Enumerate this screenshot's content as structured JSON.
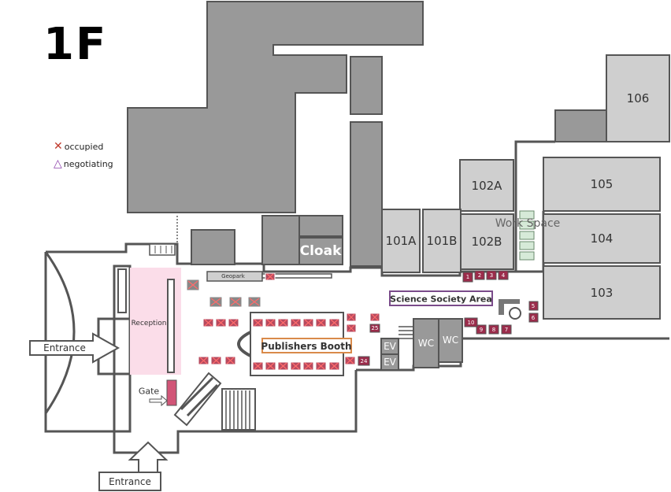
{
  "floor": {
    "title": "1F"
  },
  "legend": {
    "occupied": "occupied",
    "negotiating": "negotiating"
  },
  "rooms": {
    "r106": "106",
    "r105": "105",
    "r104": "104",
    "r103": "103",
    "r102a": "102A",
    "r102b": "102B",
    "r101a": "101A",
    "r101b": "101B",
    "cloak": "Cloak",
    "wc": "WC",
    "ev": "EV"
  },
  "areas": {
    "work_space": "Work Space",
    "science_society": "Science Society Area",
    "publishers_booth": "Publishers Booth",
    "reception": "Reception",
    "geopark": "Geopark",
    "gate": "Gate",
    "entrance": "Entrance"
  },
  "booths": {
    "b1": "1",
    "b2": "2",
    "b3": "3",
    "b4": "4",
    "b5": "5",
    "b6": "6",
    "b7": "7",
    "b8": "8",
    "b9": "9",
    "b10": "10",
    "b24": "24",
    "b25": "25"
  },
  "colors": {
    "wall": "#555555",
    "room_fill": "#cfcfcf",
    "dark_fill": "#999999",
    "booth": "#9b2c4b",
    "reception": "#fbdde9",
    "gate": "#d15577",
    "science_border": "#7a4b8a",
    "publishers_border": "#d98a4a",
    "work_space": "#d6ead8"
  }
}
